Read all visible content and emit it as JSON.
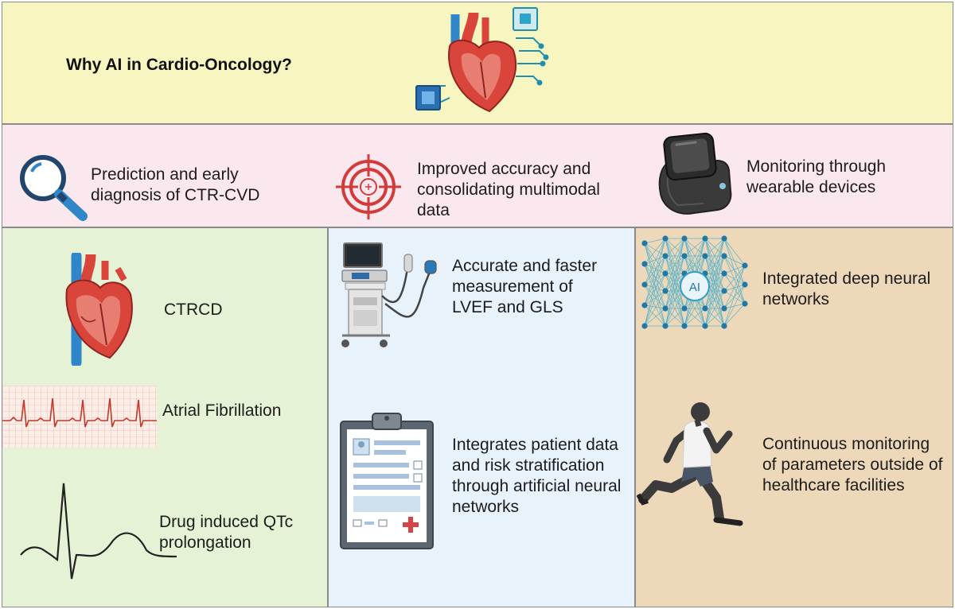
{
  "title": "Why AI in Cardio-Oncology?",
  "benefits": [
    {
      "text": "Prediction and early diagnosis of CTR-CVD",
      "icon": "magnifier-icon"
    },
    {
      "text": "Improved accuracy and consolidating multimodal data",
      "icon": "target-icon"
    },
    {
      "text": "Monitoring through wearable devices",
      "icon": "smartwatch-icon"
    }
  ],
  "col1": [
    {
      "text": "CTRCD",
      "icon": "heart-icon"
    },
    {
      "text": "Atrial Fibrillation",
      "icon": "ecg-strip-icon"
    },
    {
      "text": "Drug induced QTc prolongation",
      "icon": "ecg-waveform-icon"
    }
  ],
  "col2": [
    {
      "text": "Accurate and faster measurement of LVEF and GLS",
      "icon": "ultrasound-machine-icon"
    },
    {
      "text": "Integrates patient data and risk stratification through artificial neural networks",
      "icon": "clipboard-record-icon"
    }
  ],
  "col3": [
    {
      "text": "Integrated deep neural networks",
      "icon": "neural-network-icon",
      "badge": "AI"
    },
    {
      "text": "Continuous monitoring of parameters outside of healthcare facilities",
      "icon": "runner-icon"
    }
  ],
  "colors": {
    "top_bg": "#f8f6c0",
    "mid_bg": "#fbe8ee",
    "col1_bg": "#e6f2d6",
    "col2_bg": "#e8f2fb",
    "col3_bg": "#edd9b9",
    "heart_red": "#d9453a",
    "vessel_blue": "#2f86c8",
    "network_blue": "#2a9fc9",
    "target_red": "#d33a3a"
  }
}
